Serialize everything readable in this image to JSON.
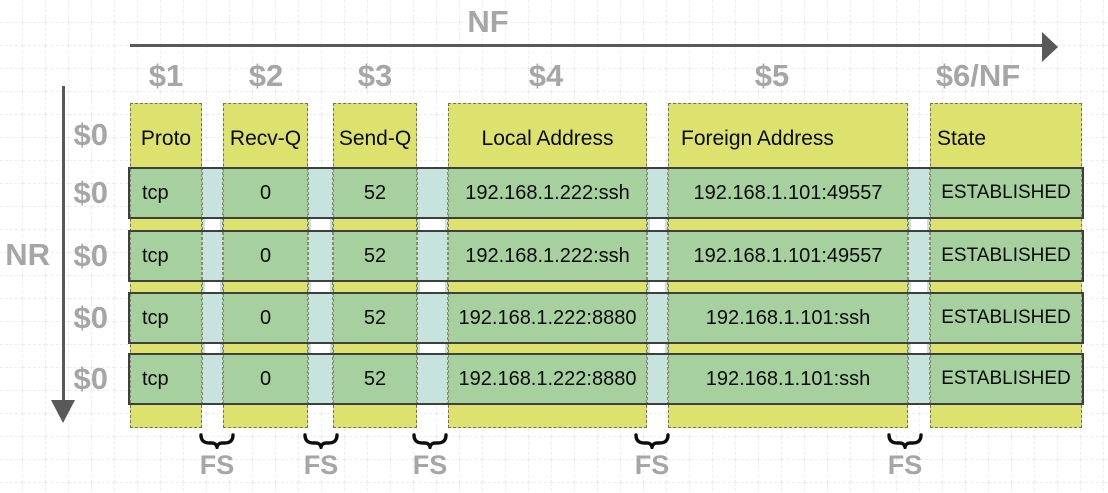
{
  "diagram": {
    "nf_label": "NF",
    "nr_label": "NR",
    "field_labels": [
      "$1",
      "$2",
      "$3",
      "$4",
      "$5",
      "$6/NF"
    ],
    "record_labels": [
      "$0",
      "$0",
      "$0",
      "$0",
      "$0"
    ],
    "fs_labels": [
      "FS",
      "FS",
      "FS",
      "FS",
      "FS"
    ]
  },
  "table": {
    "headers": [
      "Proto",
      "Recv-Q",
      "Send-Q",
      "Local Address",
      "Foreign Address",
      "State"
    ],
    "rows": [
      [
        "tcp",
        "0",
        "52",
        "192.168.1.222:ssh",
        "192.168.1.101:49557",
        "ESTABLISHED"
      ],
      [
        "tcp",
        "0",
        "52",
        "192.168.1.222:ssh",
        "192.168.1.101:49557",
        "ESTABLISHED"
      ],
      [
        "tcp",
        "0",
        "52",
        "192.168.1.222:8880",
        "192.168.1.101:ssh",
        "ESTABLISHED"
      ],
      [
        "tcp",
        "0",
        "52",
        "192.168.1.222:8880",
        "192.168.1.101:ssh",
        "ESTABLISHED"
      ]
    ]
  },
  "colors": {
    "field_band": "#dde26f",
    "record_band": "#c7e3dd",
    "overlap_cell": "#a7d09f",
    "row_border": "#3f3f3f",
    "band_edge": "#73735c",
    "band_edge_soft": "#8a8a70",
    "label_gray": "#a6a6a6",
    "arrow_gray": "#595959",
    "grid_line": "#d8d8d8",
    "cell_text": "#0a0a0a"
  }
}
